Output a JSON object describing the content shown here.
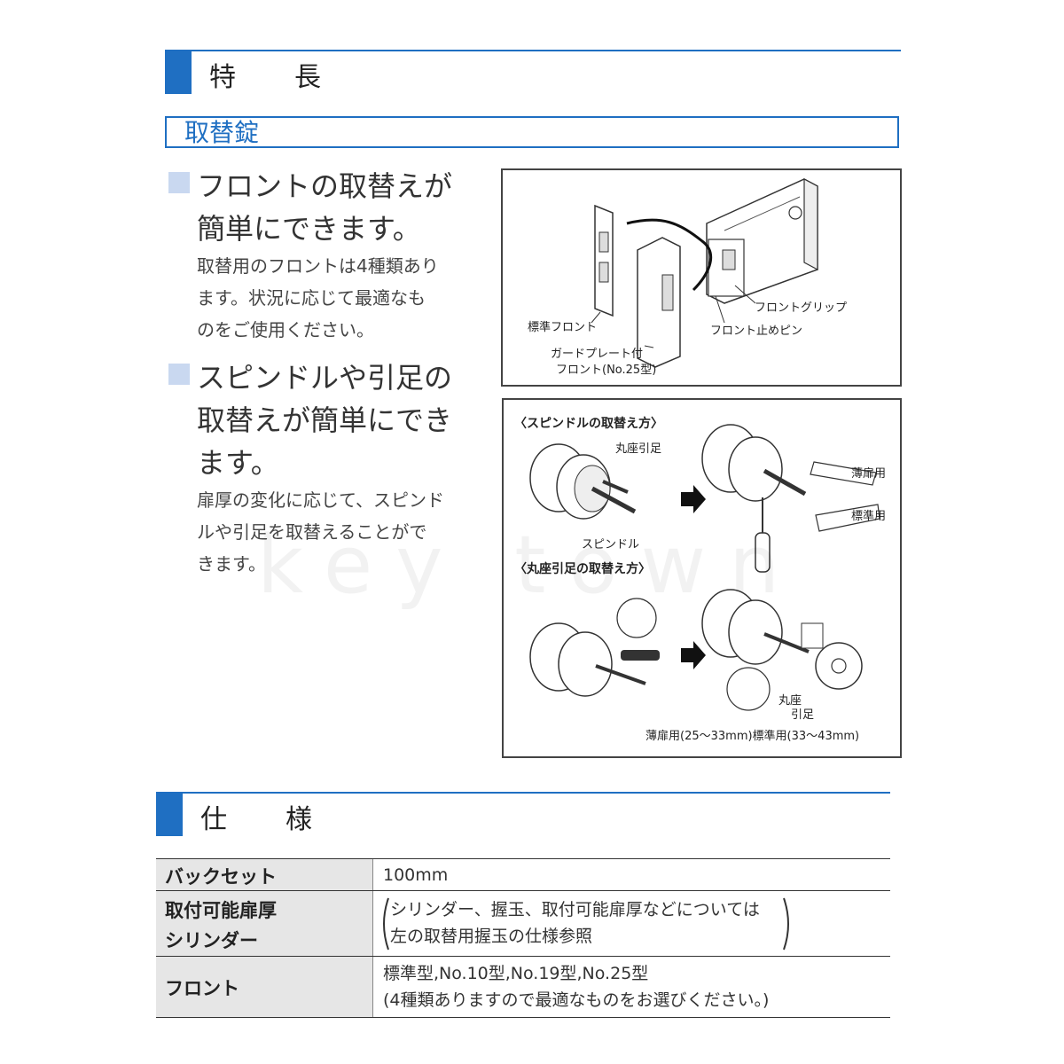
{
  "section_features": {
    "title": "特　長"
  },
  "subsection": {
    "title": "取替錠"
  },
  "features": [
    {
      "heading_line1": "フロントの取替えが",
      "heading_line2": "簡単にできます。",
      "body_lines": [
        "取替用のフロントは4種類あり",
        "ます。状況に応じて最適なも",
        "のをご使用ください。"
      ]
    },
    {
      "heading_line1": "スピンドルや引足の",
      "heading_line2": "取替えが簡単にでき",
      "heading_line3": "ます。",
      "body_lines": [
        "扉厚の変化に応じて、スピンド",
        "ルや引足を取替えることがで",
        "きます。"
      ]
    }
  ],
  "diagram_front": {
    "label_standard_front": "標準フロント",
    "label_guard_plate_1": "ガードプレート付",
    "label_guard_plate_2": "フロント(No.25型)",
    "label_front_grip": "フロントグリップ",
    "label_front_pin": "フロント止めピン"
  },
  "diagram_spindle": {
    "caption_spindle": "〈スピンドルの取替え方〉",
    "label_maruza_hikiashi": "丸座引足",
    "label_spindle": "スピンドル",
    "label_thin_door": "薄扉用",
    "label_standard": "標準用",
    "caption_maruza": "〈丸座引足の取替え方〉",
    "label_maruza": "丸座",
    "label_hikiashi": "引足",
    "label_range": "薄扉用(25〜33mm)標準用(33〜43mm)"
  },
  "section_specs": {
    "title": "仕　様"
  },
  "specs": {
    "backset_label": "バックセット",
    "backset_value": "100mm",
    "door_label": "取付可能扉厚",
    "cylinder_label": "シリンダー",
    "note_line1": "シリンダー、握玉、取付可能扉厚などについては",
    "note_line2": "左の取替用握玉の仕様参照",
    "front_label": "フロント",
    "front_line1": "標準型,No.10型,No.19型,No.25型",
    "front_line2": "(4種類ありますので最適なものをお選びください。)"
  },
  "watermark": "key town",
  "colors": {
    "accent": "#1f6fc2",
    "square": "#c9d8f0",
    "label_bg": "#e6e6e6"
  }
}
